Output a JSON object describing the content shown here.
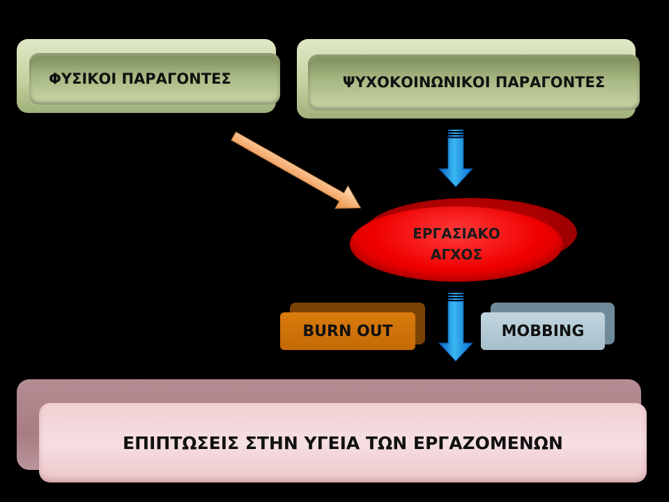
{
  "boxes": {
    "physical": "ΦΥΣΙΚΟΙ ΠΑΡΑΓΟΝΤΕΣ",
    "psychosocial": "ΨΥΧΟΚΟΙΝΩΝΙΚΟΙ  ΠΑΡΑΓΟΝΤΕΣ",
    "stress_line1": "ΕΡΓΑΣΙΑΚΟ",
    "stress_line2": "ΑΓΧΟΣ",
    "burnout": "BURN OUT",
    "mobbing": "MOBBING",
    "effects": "ΕΠΙΠΤΩΣΕΙΣ ΣΤΗΝ ΥΓΕΙΑ ΤΩΝ ΕΡΓΑΖΟΜΕΝΩΝ"
  },
  "colors": {
    "background": "#000000",
    "green_box": "#c4d3a0",
    "ellipse": "#f00000",
    "burnout_box": "#c46a06",
    "mobbing_box": "#a6bfcb",
    "effects_box": "#f6dfe1",
    "blue_arrow": "#1e9be6",
    "peach_arrow": "#f4b07a"
  }
}
